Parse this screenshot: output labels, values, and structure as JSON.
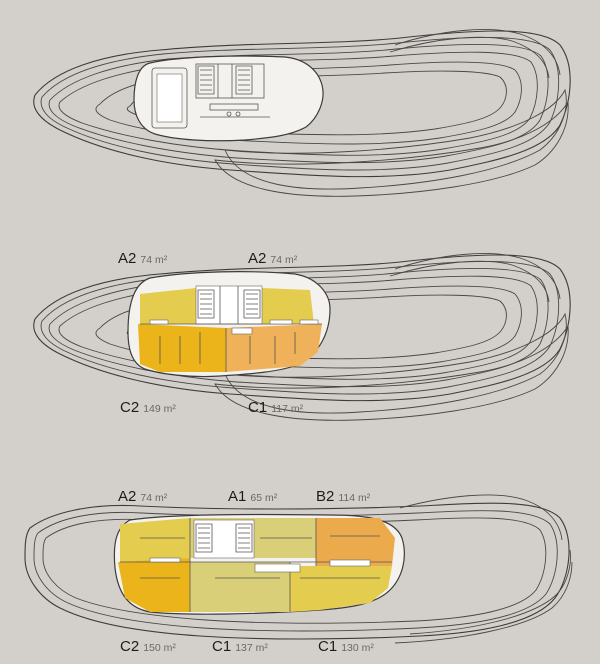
{
  "colors": {
    "background": "#d3d0cb",
    "slab": "#f4f2ee",
    "unit_A2": "#e3cc4e",
    "unit_A1": "#d8cf78",
    "unit_B2": "#ebaa4c",
    "unit_C1": "#efb25a",
    "unit_C2": "#ebb41a"
  },
  "floors": [
    {
      "name": "floor-plan-top",
      "units": []
    },
    {
      "name": "floor-plan-middle",
      "units": [
        {
          "code": "A2",
          "area": "74 m²"
        },
        {
          "code": "A2",
          "area": "74 m²"
        },
        {
          "code": "C2",
          "area": "149 m²"
        },
        {
          "code": "C1",
          "area": "117 m²"
        }
      ]
    },
    {
      "name": "floor-plan-bottom",
      "units": [
        {
          "code": "A2",
          "area": "74 m²"
        },
        {
          "code": "A1",
          "area": "65 m²"
        },
        {
          "code": "B2",
          "area": "114 m²"
        },
        {
          "code": "C2",
          "area": "150 m²"
        },
        {
          "code": "C1",
          "area": "137 m²"
        },
        {
          "code": "C1",
          "area": "130 m²"
        }
      ]
    }
  ]
}
